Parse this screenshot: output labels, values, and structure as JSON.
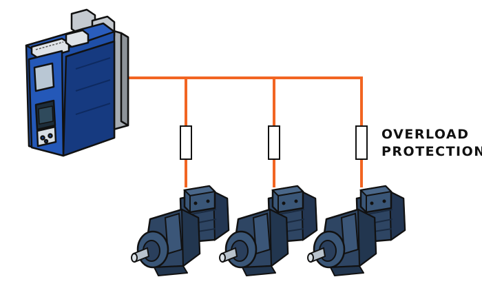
{
  "annotation": {
    "line1": "OVERLOAD",
    "line2": "PROTECTION"
  },
  "devices": {
    "drive": "drive-unit-icon",
    "protection": "overload-protection-device-icon",
    "motor": "geared-motor-icon",
    "motor_count": 3
  },
  "colors": {
    "wiring": "#f26522",
    "drive_blue": "#1f4fa8",
    "drive_dark": "#163a80",
    "drive_gray": "#a7adb3",
    "motor_body": "#2e4563",
    "motor_dark": "#1f3047",
    "outline": "#111111"
  }
}
